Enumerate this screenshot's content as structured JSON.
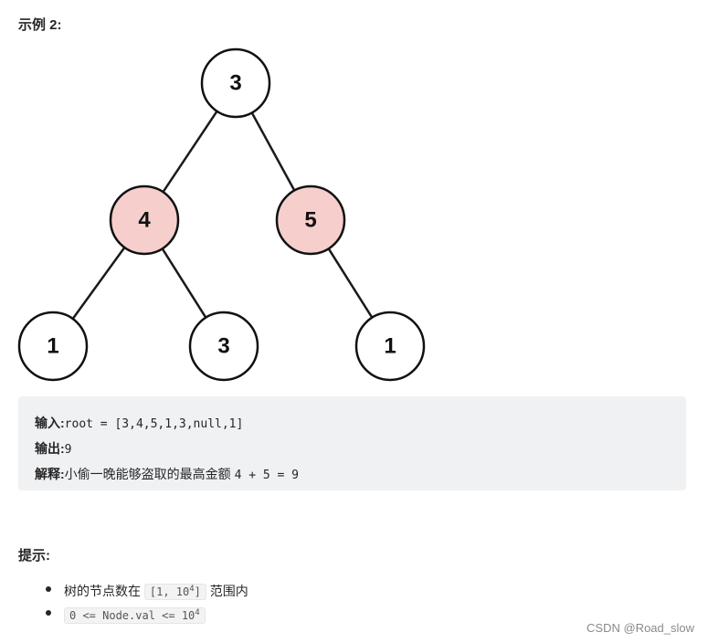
{
  "example": {
    "heading": "示例 2:"
  },
  "tree": {
    "node_colors": {
      "default": "#ffffff",
      "highlight": "#f6cfcc"
    },
    "nodes": [
      {
        "id": "root",
        "value": "3",
        "highlighted": false
      },
      {
        "id": "left",
        "value": "4",
        "highlighted": true
      },
      {
        "id": "right",
        "value": "5",
        "highlighted": true
      },
      {
        "id": "left-left",
        "value": "1",
        "highlighted": false
      },
      {
        "id": "left-right",
        "value": "3",
        "highlighted": false
      },
      {
        "id": "right-right",
        "value": "1",
        "highlighted": false
      }
    ],
    "edges": [
      [
        "root",
        "left"
      ],
      [
        "root",
        "right"
      ],
      [
        "left",
        "left-left"
      ],
      [
        "left",
        "left-right"
      ],
      [
        "right",
        "right-right"
      ]
    ]
  },
  "code_block": {
    "input_label": "输入:",
    "input_value": "root = [3,4,5,1,3,null,1]",
    "output_label": "输出:",
    "output_value": "9",
    "explain_label": "解释:",
    "explain_text": "小偷一晚能够盗取的最高金额",
    "explain_formula": "4 + 5 = 9"
  },
  "tips": {
    "heading": "提示:",
    "item1_prefix": "树的节点数在",
    "item1_code_base": "[1, 10",
    "item1_code_exp": "4",
    "item1_code_end": "]",
    "item1_suffix": "范围内",
    "item2_code_base": "0 <= Node.val <= 10",
    "item2_code_exp": "4"
  },
  "watermark": "CSDN @Road_slow"
}
